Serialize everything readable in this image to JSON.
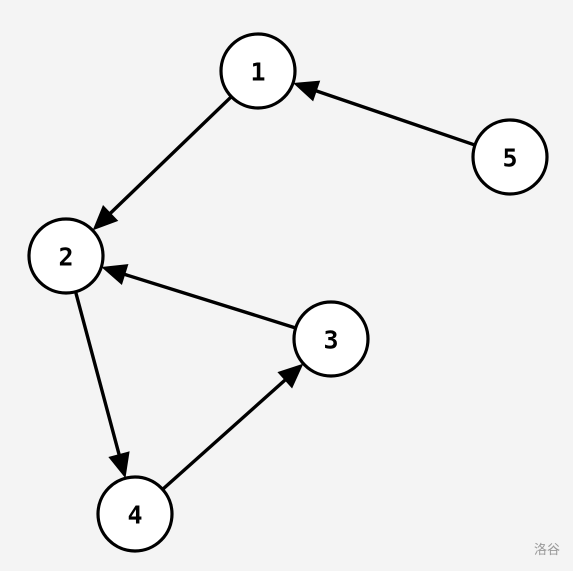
{
  "graph": {
    "nodes": [
      {
        "id": "1",
        "label": "1"
      },
      {
        "id": "2",
        "label": "2"
      },
      {
        "id": "3",
        "label": "3"
      },
      {
        "id": "4",
        "label": "4"
      },
      {
        "id": "5",
        "label": "5"
      }
    ],
    "edges": [
      {
        "from": "5",
        "to": "1"
      },
      {
        "from": "1",
        "to": "2"
      },
      {
        "from": "3",
        "to": "2"
      },
      {
        "from": "2",
        "to": "4"
      },
      {
        "from": "4",
        "to": "3"
      }
    ]
  },
  "watermark": "洛谷"
}
